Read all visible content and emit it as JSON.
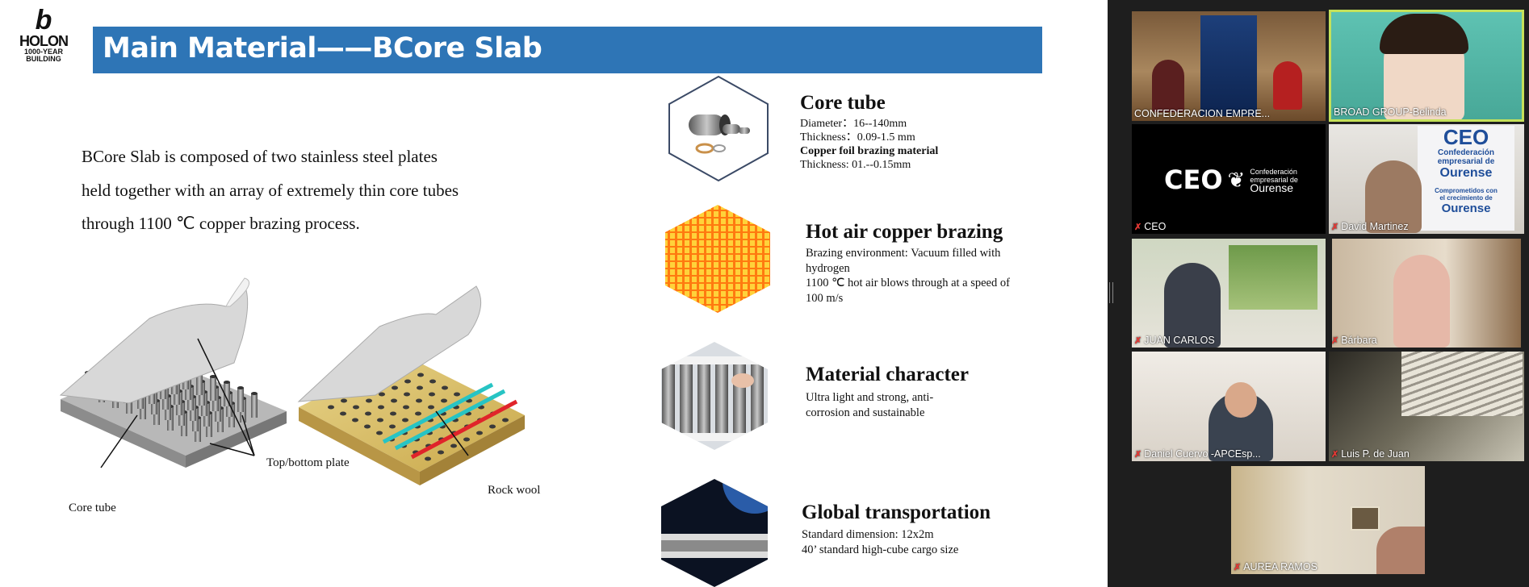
{
  "logo": {
    "symbol": "b",
    "word": "HOLON",
    "tag1": "1000-YEAR",
    "tag2": "BUILDING"
  },
  "slide": {
    "title": "Main Material——BCore Slab",
    "intro": "BCore Slab is composed of two stainless steel plates held together with an array of extremely thin core tubes through 1100 ℃ copper brazing process.",
    "labels": {
      "plate": "Top/bottom plate",
      "core": "Core tube",
      "rock": "Rock wool"
    },
    "features": [
      {
        "title": "Core tube",
        "lines": [
          "Diameter：16--140mm",
          "Thickness：0.09-1.5 mm",
          "Copper foil brazing material",
          "Thickness: 01.--0.15mm"
        ]
      },
      {
        "title": "Hot air copper brazing",
        "lines": [
          "Brazing environment: Vacuum filled with",
          "hydrogen",
          "1100 ℃ hot air blows through at a speed of",
          "100 m/s"
        ]
      },
      {
        "title": "Material character",
        "lines": [
          "Ultra light and strong, anti-",
          "corrosion and sustainable"
        ]
      },
      {
        "title": "Global transportation",
        "lines": [
          "Standard dimension: 12x2m",
          "40’ standard high-cube cargo size"
        ]
      }
    ]
  },
  "participants": [
    {
      "name": "CONFEDERACION EMPRE...",
      "muted": false,
      "active": false
    },
    {
      "name": "BROAD GROUP-Belinda",
      "muted": false,
      "active": true
    },
    {
      "name": "CEO",
      "muted": true,
      "active": false,
      "logo_text": "CEO",
      "logo_sub1": "Confederación",
      "logo_sub2": "empresarial de",
      "logo_sub3": "Ourense"
    },
    {
      "name": "David Martinez",
      "muted": true,
      "active": false,
      "banner1": "CEO",
      "banner2": "Confederación",
      "banner3": "empresarial de",
      "banner4": "Ourense",
      "banner5": "Comprometidos con",
      "banner6": "el crecimiento de",
      "banner7": "Ourense"
    },
    {
      "name": "JUAN CARLOS",
      "muted": true,
      "active": false
    },
    {
      "name": "Bárbara",
      "muted": true,
      "active": false
    },
    {
      "name": "Daniel Cuervo -APCEsp...",
      "muted": true,
      "active": false
    },
    {
      "name": "Luis P. de Juan",
      "muted": true,
      "active": false
    },
    {
      "name": "AUREA RAMOS",
      "muted": true,
      "active": false
    }
  ],
  "colors": {
    "title_bar": "#2e75b6",
    "active_border": "#c5e15a",
    "panel": "#1e1e1e"
  }
}
